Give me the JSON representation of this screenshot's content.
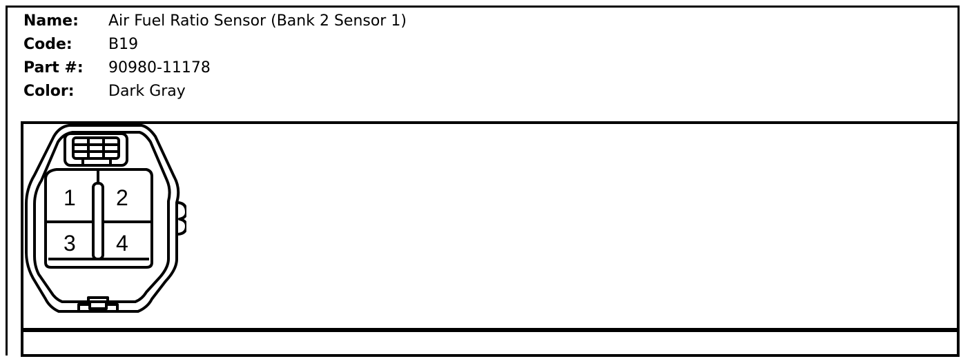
{
  "header": {
    "name_label": "Name:",
    "name_value": "Air Fuel Ratio Sensor (Bank 2 Sensor 1)",
    "code_label": "Code:",
    "code_value": "B19",
    "part_label": "Part #:",
    "part_value": "90980-11178",
    "color_label": "Color:",
    "color_value": "Dark Gray"
  },
  "connector": {
    "pins": [
      "1",
      "2",
      "3",
      "4"
    ]
  }
}
